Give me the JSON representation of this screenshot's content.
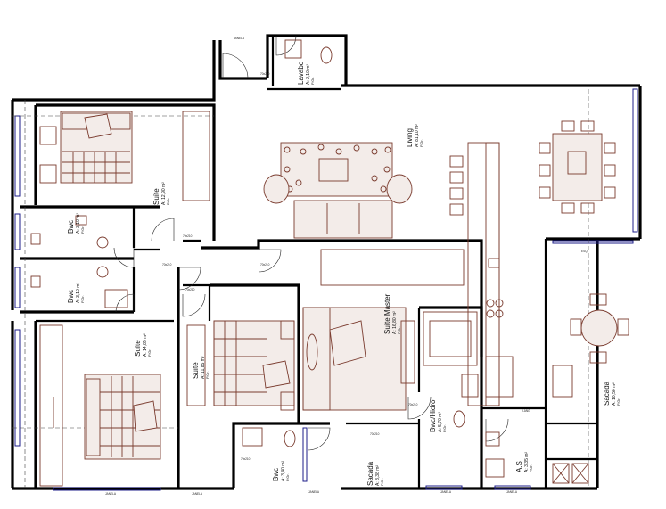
{
  "rooms": {
    "living": {
      "name": "Living",
      "area": "A: 81,10 m²",
      "floor": "P.Gr."
    },
    "suite_top": {
      "name": "Suíte",
      "area": "A: 12,90 m²",
      "floor": "P.Gr."
    },
    "bwc_top": {
      "name": "Bwc",
      "area": "A: 3,10 m²",
      "floor": "P.Gr."
    },
    "bwc_mid": {
      "name": "Bwc",
      "area": "A: 3,10 m²",
      "floor": "P.Gr."
    },
    "suite_left": {
      "name": "Suíte",
      "area": "A: 14,85 m²",
      "floor": "P.Gr."
    },
    "suite_center": {
      "name": "Suíte",
      "area": "A: 11,85 m²",
      "floor": "P.Gr."
    },
    "suite_master": {
      "name": "Suíte Master",
      "area": "A: 16,80 m²",
      "floor": "P.Gr."
    },
    "bwc_hidro": {
      "name": "Bwc/Hidro",
      "area": "A: 5,70 m²",
      "floor": "P.Gr."
    },
    "bwc_bottom": {
      "name": "Bwc",
      "area": "A: 3,40 m²",
      "floor": "P.Gr."
    },
    "sacada_bottom": {
      "name": "Sacada",
      "area": "A: 3,38 m²",
      "floor": "P.Gr."
    },
    "as": {
      "name": "A.S",
      "area": "A: 3,35 m²",
      "floor": "P.Gr."
    },
    "sacada_right": {
      "name": "Sacada",
      "area": "A: 10,50 m²",
      "floor": "P.Gr."
    },
    "lavabo": {
      "name": "Lavabo",
      "area": "A: 2,10 m²",
      "floor": "P.Gr."
    }
  },
  "tags": {
    "door_tag": "70x210",
    "window_tag": "JANELA",
    "window_tag_short": "ESQ.",
    "vent_tag": "V.ANG"
  },
  "colors": {
    "wall": "#000000",
    "furniture": "#7a3b2e",
    "window": "#1c1c8a"
  }
}
